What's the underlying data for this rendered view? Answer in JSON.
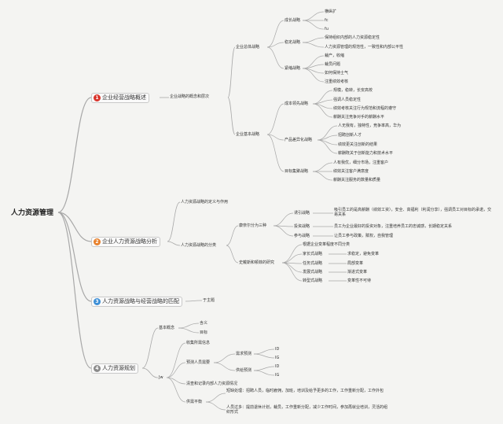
{
  "root": "人力资源管理",
  "colors": {
    "b1": "#d9342b",
    "b2": "#e8812c",
    "b3": "#3d8fd6",
    "b4": "#8b8b8b",
    "line": "#a8a8a8"
  },
  "b1": {
    "label": "企业经营战略概述",
    "sub": "企业战略的概念和层次",
    "overall": {
      "label": "企业总体战略",
      "growth": {
        "label": "成长战略",
        "items": [
          "横纵扩",
          "fc",
          "fu"
        ]
      },
      "stable": {
        "label": "稳定战略",
        "items": [
          "保持组织内部的人力资源稳定性",
          "人力资源管理的规范性，一致性和内部公平性"
        ]
      },
      "shrink": {
        "label": "紧缩战略",
        "items": [
          "裁产，收缩",
          "裁员问题",
          "如何保持士气",
          "注重绩效考核"
        ]
      }
    },
    "basic": {
      "label": "企业基本战略",
      "cost": {
        "label": "成本领先战略",
        "items": [
          "规模，稳转，长安高校",
          "强调人员稳定性",
          "绩效考核关注行为规范和流程的遵守",
          "薪酬关注竞争对手的薪酬水平"
        ]
      },
      "diff": {
        "label": "产品差异化战略",
        "items": [
          "人无我有，独特性，竞争率高，华为",
          "招聘创新人才",
          "绩效更关注创新的结果",
          "薪酬既关于创新能力和技术水平"
        ]
      },
      "focus": {
        "label": "目标集聚战略",
        "items": [
          "人有我优，细分市场，注重客户",
          "绩效关注客户满意度",
          "薪酬关注服务的数量和质量"
        ]
      }
    }
  },
  "b2": {
    "label": "企业人力资源战略分析",
    "def": "人力资源战略的定义与作用",
    "cls": {
      "label": "人力资源战略的分类",
      "kangduoer": {
        "label": "康奈尔分为三种",
        "items": [
          {
            "name": "诱引战略",
            "desc": "吸引员工的是高薪酬（绩效工资），安全、高福利（利润分享），强调员工对目标的承诺，交易关系"
          },
          {
            "name": "投资战略",
            "desc": "员工为企业最好的投资对象，注重培养员工的忠诚感，长期稳定关系"
          },
          {
            "name": "参与战略",
            "desc": "让员工参与政策，赋权，自我管理"
          }
        ]
      },
      "shiluo": {
        "label": "史戴斯和顿菲的研究",
        "head": "根据企业变革程度不同分类",
        "items": [
          {
            "name": "家长式战略",
            "desc": "求稳定，避免变革"
          },
          {
            "name": "任务式战略",
            "desc": "局部变革"
          },
          {
            "name": "发展式战略",
            "desc": "渐进式变革"
          },
          {
            "name": "转型式战略",
            "desc": "变革性不可待"
          }
        ]
      }
    }
  },
  "b3": {
    "label": "人力资源战略与经营战略的匹配",
    "sub": "于主题"
  },
  "b4": {
    "label": "人力资源规划",
    "basic": {
      "label": "基本概念",
      "items": [
        "含义",
        "目标"
      ]
    },
    "jw": {
      "label": "Jw",
      "collect": "收集所需信息",
      "predict": {
        "label": "预测人员需要",
        "demand": {
          "label": "需求预测",
          "items": [
            "ID",
            "IG"
          ]
        },
        "supply": {
          "label": "供给预测",
          "items": [
            "ID",
            "IG"
          ]
        }
      },
      "review": "清查和记录内部人力资源情况",
      "balance": {
        "label": "供需平衡",
        "items": [
          "短缺处理：招聘人员，临时雇佣，加班，培训及给予更多的工作，工作重新分配，工作外包",
          "人员过多：提前退休计划，裁员，工作重新分配，减少工作时间，参加再就业培训，灵活的组织形式"
        ]
      }
    }
  }
}
